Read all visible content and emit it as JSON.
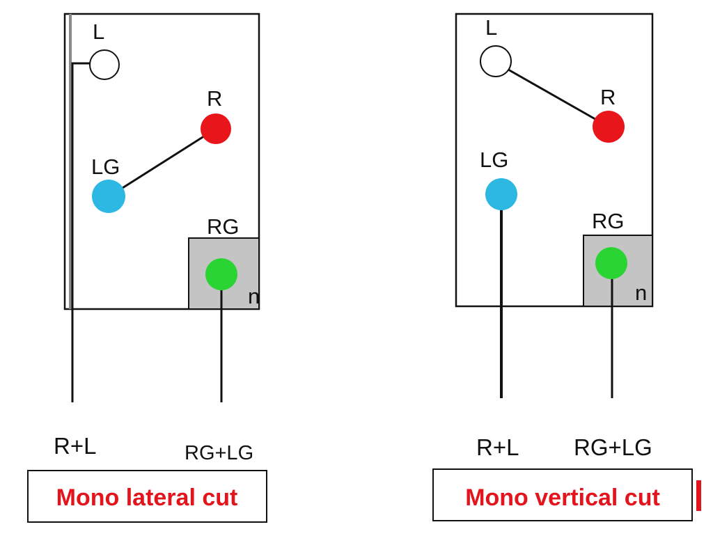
{
  "colors": {
    "red": "#e8161a",
    "cyan": "#2db8e3",
    "green": "#2ad432",
    "white": "#ffffff",
    "ground_fill": "#c4c4c4",
    "caption_red": "#e3141b",
    "line": "#111111"
  },
  "left_panel": {
    "labels": {
      "l": "L",
      "r": "R",
      "lg": "LG",
      "rg": "RG",
      "ground_mark": "n"
    },
    "outputs": {
      "left": "R+L",
      "right": "RG+LG"
    },
    "caption": "Mono lateral cut"
  },
  "right_panel": {
    "labels": {
      "l": "L",
      "r": "R",
      "lg": "LG",
      "rg": "RG",
      "ground_mark": "n"
    },
    "outputs": {
      "left": "R+L",
      "right": "RG+LG"
    },
    "caption": "Mono vertical cut"
  }
}
